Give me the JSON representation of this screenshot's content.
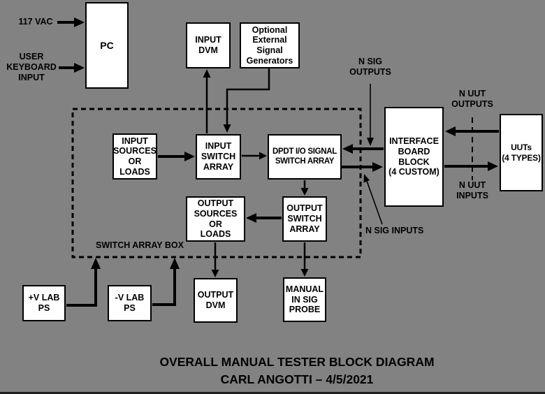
{
  "colors": {
    "background": "#828282",
    "box_fill": "#ffffff",
    "line": "#000000"
  },
  "boxes": {
    "pc": {
      "label": "PC"
    },
    "input_dvm": {
      "label": "INPUT\nDVM"
    },
    "ext_sig_gen": {
      "label": "Optional\nExternal\nSignal\nGenerators"
    },
    "input_sources": {
      "label": "INPUT\nSOURCES\nOR\nLOADS"
    },
    "input_switch_array": {
      "label": "INPUT\nSWITCH\nARRAY"
    },
    "dpdt_switch_array": {
      "label": "DPDT I/O SIGNAL\nSWITCH ARRAY"
    },
    "output_sources": {
      "label": "OUTPUT\nSOURCES OR\nLOADS"
    },
    "output_switch_array": {
      "label": "OUTPUT\nSWITCH\nARRAY"
    },
    "interface_board": {
      "label": "INTERFACE\nBOARD\nBLOCK\n(4 CUSTOM)"
    },
    "uuts": {
      "label": "UUTs\n(4 TYPES)"
    },
    "plus_v_lab_ps": {
      "label": "+V LAB\nPS"
    },
    "minus_v_lab_ps": {
      "label": "-V LAB\nPS"
    },
    "output_dvm": {
      "label": "OUTPUT\nDVM"
    },
    "manual_in_sig_probe": {
      "label": "MANUAL\nIN SIG\nPROBE"
    }
  },
  "labels": {
    "vac_input": "117 VAC",
    "user_keyboard_input": "USER\nKEYBOARD\nINPUT",
    "n_sig_outputs": "N SIG\nOUTPUTS",
    "n_sig_inputs": "N SIG INPUTS",
    "n_uut_outputs": "N UUT\nOUTPUTS",
    "n_uut_inputs": "N UUT\nINPUTS",
    "switch_array_box": "SWITCH ARRAY BOX"
  },
  "title": {
    "line1": "OVERALL MANUAL TESTER BLOCK DIAGRAM",
    "line2": "CARL ANGOTTI – 4/5/2021"
  }
}
